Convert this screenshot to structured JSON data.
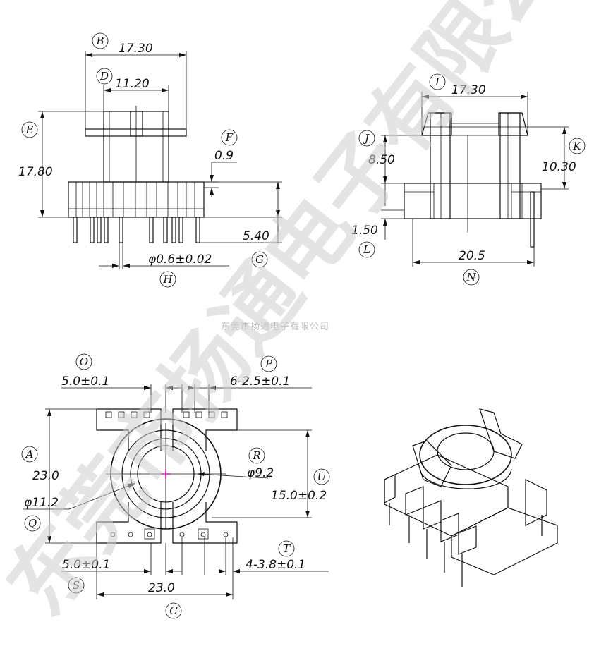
{
  "side_view_left": {
    "dims": {
      "B": "17.30",
      "D": "11.20",
      "E": "17.80",
      "F": "0.9",
      "G": "5.40",
      "H": "φ0.6±0.02"
    }
  },
  "side_view_right": {
    "dims": {
      "I": "17.30",
      "J": "8.50",
      "K": "10.30",
      "L": "1.50",
      "N": "20.5"
    }
  },
  "top_view": {
    "dims": {
      "O": "5.0±0.1",
      "P": "6-2.5±0.1",
      "A": "23.0",
      "R": "φ9.2",
      "U": "15.0±0.2",
      "Q": "φ11.2",
      "S": "5.0±0.1",
      "T": "4-3.8±0.1",
      "C": "23.0"
    }
  },
  "letters": [
    "B",
    "D",
    "E",
    "F",
    "G",
    "H",
    "I",
    "J",
    "K",
    "L",
    "N",
    "O",
    "P",
    "A",
    "R",
    "U",
    "Q",
    "S",
    "T",
    "C"
  ],
  "center_caption": "东莞市扬通电子有限公司",
  "watermark": "东莞市扬通电子有限公司"
}
